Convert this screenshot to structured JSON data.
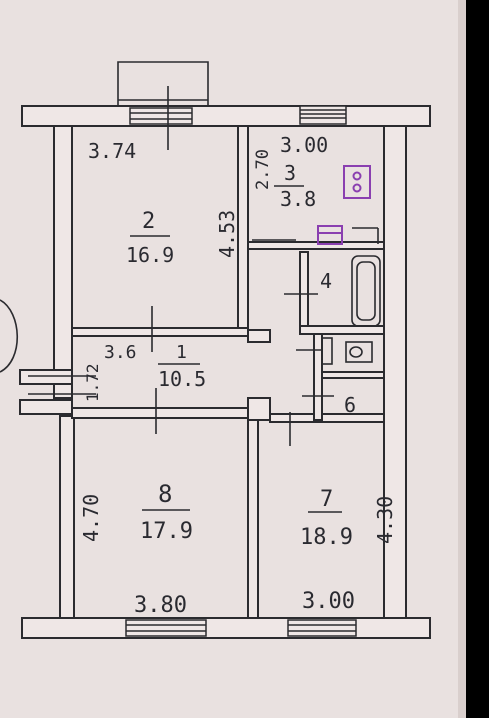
{
  "rooms": [
    {
      "id": "r1",
      "number": "1",
      "area": "10.5"
    },
    {
      "id": "r2",
      "number": "2",
      "area": "16.9"
    },
    {
      "id": "r3",
      "number": "3",
      "area": "3.8"
    },
    {
      "id": "r4",
      "number": "4",
      "area": ""
    },
    {
      "id": "r6",
      "number": "6",
      "area": ""
    },
    {
      "id": "r7",
      "number": "7",
      "area": "18.9"
    },
    {
      "id": "r8",
      "number": "8",
      "area": "17.9"
    }
  ],
  "dimensions": {
    "room2_width": "3.74",
    "room2_depth": "4.53",
    "room3_width": "3.00",
    "room3_depth": "2.70",
    "hall_width": "3.6",
    "hall_depth": "1.72",
    "room8_depth": "4.70",
    "room8_width": "3.80",
    "room7_width": "3.00",
    "room7_depth": "4.30"
  },
  "colors": {
    "background": "#e9e1e0",
    "ink": "#2a2a30",
    "fixtures": "#8a3fb0"
  }
}
